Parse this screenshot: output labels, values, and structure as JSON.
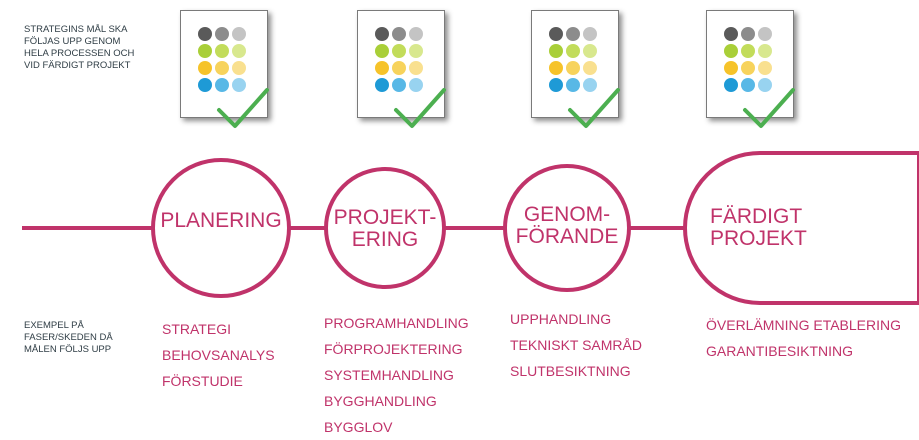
{
  "notes": {
    "top": "STRATEGINS MÅL SKA\nFÖLJAS UPP GENOM\nHELA PROCESSEN OCH\nVID FÄRDIGT PROJEKT",
    "bottom": "EXEMPEL PÅ\nFASER/SKEDEN DÅ\nMÅLEN FÖLJS UPP"
  },
  "colors": {
    "accent": "#c0336a",
    "check": "#4caf50",
    "dot_rows": [
      [
        "#5a5a5a",
        "#8c8c8c",
        "#c4c4c4"
      ],
      [
        "#a9cf38",
        "#c2dc5a",
        "#d8e88e"
      ],
      [
        "#f6c32a",
        "#f7d35c",
        "#f9e08f"
      ],
      [
        "#1e9ad6",
        "#58b8e6",
        "#98d3f0"
      ]
    ]
  },
  "icons": [
    "document-icon",
    "checkmark-icon"
  ],
  "phases": [
    {
      "label": "PLANERING",
      "items": [
        "STRATEGI",
        "BEHOVSANALYS",
        "FÖRSTUDIE"
      ]
    },
    {
      "label": "PROJEKT-\nERING",
      "items": [
        "PROGRAMHANDLING",
        "FÖRPROJEKTERING",
        "SYSTEMHANDLING",
        "BYGGHANDLING",
        "BYGGLOV"
      ]
    },
    {
      "label": "GENOM-\nFÖRANDE",
      "items": [
        "UPPHANDLING",
        "TEKNISKT SAMRÅD",
        "SLUTBESIKTNING"
      ]
    },
    {
      "label": "FÄRDIGT\nPROJEKT",
      "items": [
        "ÖVERLÄMNING ETABLERING",
        "GARANTIBESIKTNING"
      ]
    }
  ]
}
